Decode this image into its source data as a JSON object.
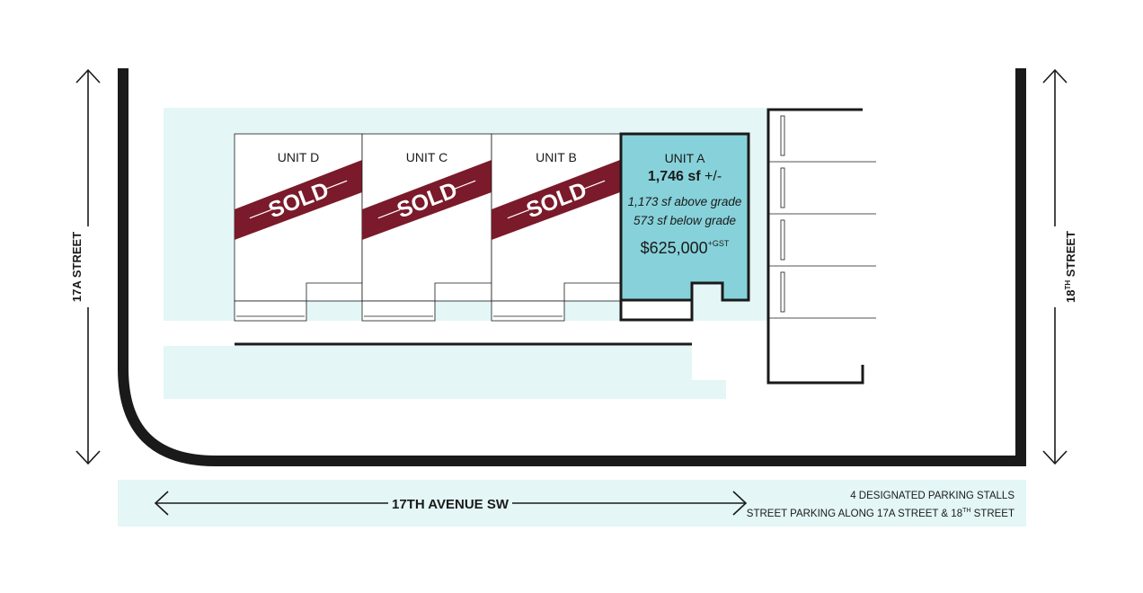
{
  "colors": {
    "light_teal": "#e4f6f6",
    "highlight_teal": "#87d2da",
    "sold_red": "#7a1a2a",
    "ink": "#1a1a1a"
  },
  "streets": {
    "left": "17A STREET",
    "right_prefix": "18",
    "right_sup": "TH",
    "right_suffix": " STREET",
    "bottom": "17TH AVENUE SW"
  },
  "units": [
    {
      "name": "UNIT D",
      "status": "SOLD"
    },
    {
      "name": "UNIT C",
      "status": "SOLD"
    },
    {
      "name": "UNIT B",
      "status": "SOLD"
    }
  ],
  "unit_a": {
    "name": "UNIT A",
    "area": "1,746 sf",
    "area_suffix": " +/-",
    "above_grade": "1,173 sf above grade",
    "below_grade": "573 sf below grade",
    "price": "$625,000",
    "price_suffix": "+GST"
  },
  "parking": {
    "line1": "4 DESIGNATED PARKING STALLS",
    "line2_prefix": "STREET PARKING ALONG 17A STREET & 18",
    "line2_sup": "TH",
    "line2_suffix": " STREET",
    "stalls": 4
  }
}
